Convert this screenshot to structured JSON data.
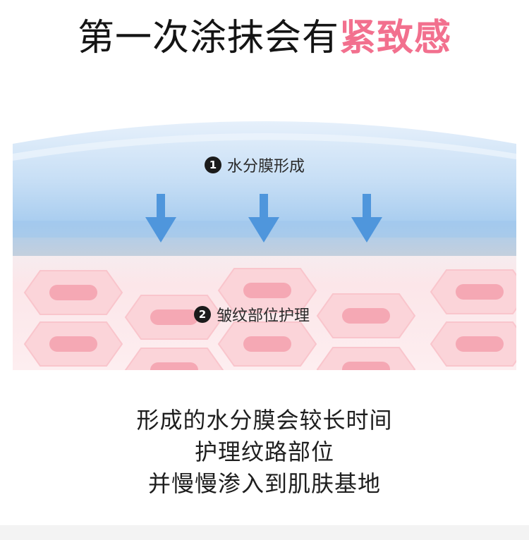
{
  "headline": {
    "main": "第一次涂抹会有",
    "accent": "紧致感"
  },
  "diagram": {
    "step1": {
      "number": "1",
      "label": "水分膜形成"
    },
    "step2": {
      "number": "2",
      "label": "皱纹部位护理"
    },
    "arrow_count": 3,
    "icons": [
      "arrow-down-icon",
      "skin-cell-icon"
    ],
    "colors": {
      "film": "#a9cdef",
      "arrow": "#4f96dc",
      "cell_outer": "#fbd4d9",
      "cell_inner": "#f5a8b4",
      "accent": "#f2708e"
    }
  },
  "caption": {
    "lines": [
      "形成的水分膜会较长时间",
      "护理纹路部位",
      "并慢慢渗入到肌肤基地"
    ]
  }
}
